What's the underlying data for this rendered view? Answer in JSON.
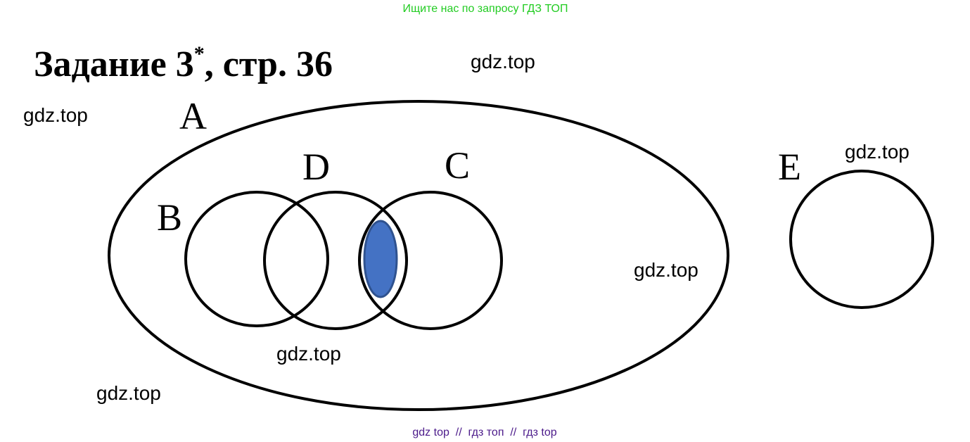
{
  "header_note": "Ищите нас по запросу ГДЗ ТОП",
  "title": {
    "main": "Задание 3",
    "sup": "*",
    "rest": ", стр. 36"
  },
  "watermark": "gdz.top",
  "footer_note": "gdz top  //  гдз топ  //  гдз top",
  "sets": {
    "A": "A",
    "B": "B",
    "C": "C",
    "D": "D",
    "E": "E"
  },
  "colors": {
    "header": "#22cc22",
    "footer": "#4b1a8a",
    "highlight": "#4472c4",
    "highlight_border": "#2f528f",
    "stroke": "#000000"
  }
}
